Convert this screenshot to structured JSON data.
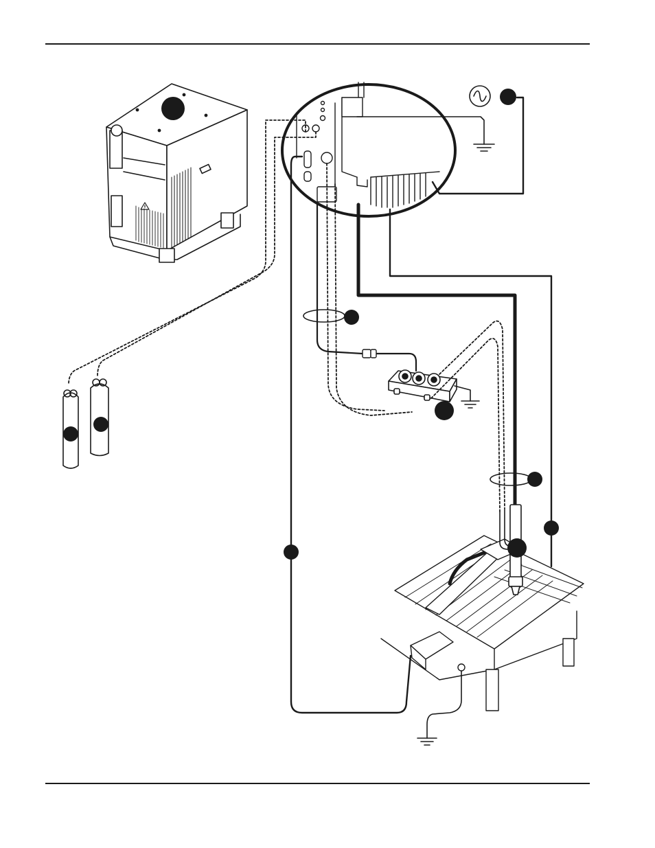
{
  "colors": {
    "ink": "#1a1a1a",
    "paper": "#ffffff",
    "accent": "#1a1a1a"
  },
  "icons": [
    "power-source-icon",
    "ground-icon",
    "gas-cylinder-icon",
    "warning-triangle-icon"
  ],
  "callouts": [
    {
      "id": "callout-power-supply",
      "label": ""
    },
    {
      "id": "callout-ac-power",
      "label": ""
    },
    {
      "id": "callout-hose-bundle",
      "label": ""
    },
    {
      "id": "callout-gas-console",
      "label": ""
    },
    {
      "id": "callout-cylinder-1",
      "label": ""
    },
    {
      "id": "callout-cylinder-2",
      "label": ""
    },
    {
      "id": "callout-torch-leads",
      "label": ""
    },
    {
      "id": "callout-work-lead",
      "label": ""
    },
    {
      "id": "callout-torch",
      "label": ""
    },
    {
      "id": "callout-cnc-cable",
      "label": ""
    }
  ]
}
